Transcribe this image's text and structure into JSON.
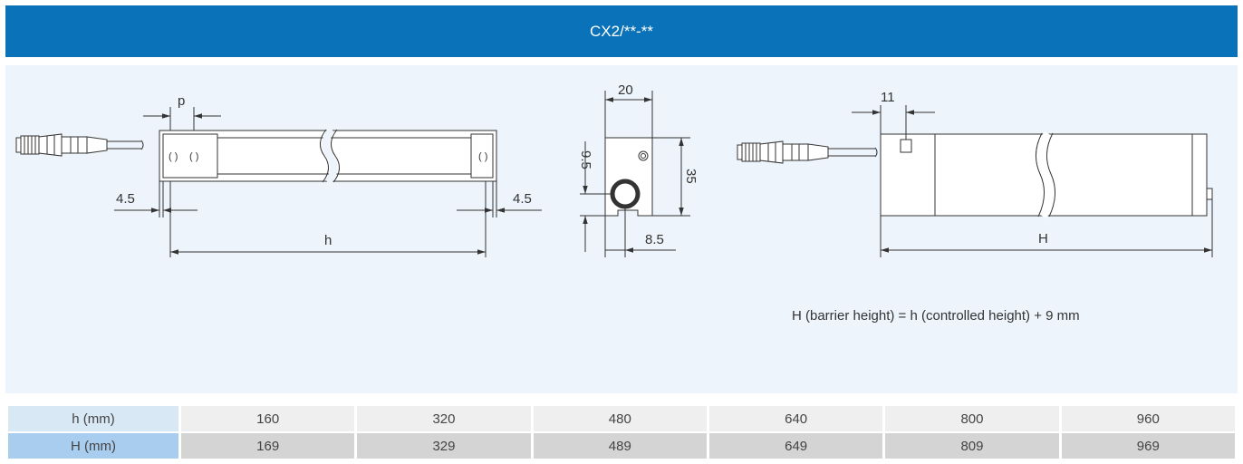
{
  "header": {
    "title": "CX2/**-**"
  },
  "dimensions": {
    "front": {
      "pitch": "p",
      "left_margin": "4.5",
      "right_margin": "4.5",
      "controlled_height": "h"
    },
    "section": {
      "width": "20",
      "offset": "9.5",
      "depth": "35",
      "bottom": "8.5"
    },
    "side": {
      "connector_offset": "11",
      "barrier_height": "H"
    }
  },
  "formula": "H (barrier height) = h (controlled height) + 9 mm",
  "table": {
    "rows": [
      {
        "label": "h (mm)",
        "values": [
          "160",
          "320",
          "480",
          "640",
          "800",
          "960"
        ]
      },
      {
        "label": "H (mm)",
        "values": [
          "169",
          "329",
          "489",
          "649",
          "809",
          "969"
        ]
      }
    ]
  }
}
